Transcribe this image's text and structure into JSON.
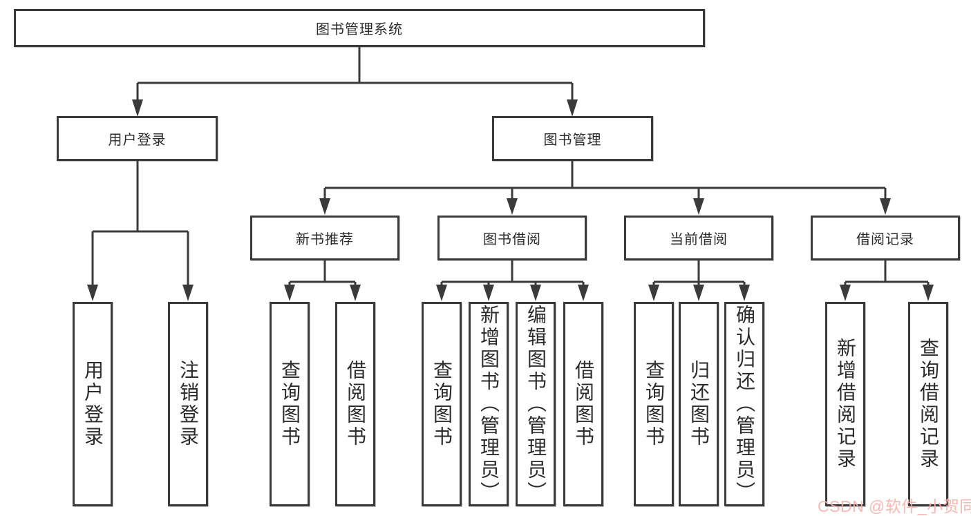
{
  "diagram": {
    "type": "hierarchy-tree",
    "colors": {
      "line": "#3a3a3a",
      "box_border": "#3a3a3a",
      "box_bg": "#ffffff",
      "text": "#2b2b2b",
      "watermark": "#f5b1ab"
    },
    "watermark": "CSDN @软件_小贺同学",
    "root": {
      "label": "图书管理系统",
      "children": [
        {
          "label": "用户登录",
          "children": [
            {
              "label": "用户登录"
            },
            {
              "label": "注销登录"
            }
          ]
        },
        {
          "label": "图书管理",
          "children": [
            {
              "label": "新书推荐",
              "children": [
                {
                  "label": "查询图书"
                },
                {
                  "label": "借阅图书"
                }
              ]
            },
            {
              "label": "图书借阅",
              "children": [
                {
                  "label": "查询图书"
                },
                {
                  "label": "新增图书（管理员）"
                },
                {
                  "label": "编辑图书（管理员）"
                },
                {
                  "label": "借阅图书"
                }
              ]
            },
            {
              "label": "当前借阅",
              "children": [
                {
                  "label": "查询图书"
                },
                {
                  "label": "归还图书"
                },
                {
                  "label": "确认归还（管理员）"
                }
              ]
            },
            {
              "label": "借阅记录",
              "children": [
                {
                  "label": "新增借阅记录"
                },
                {
                  "label": "查询借阅记录"
                }
              ]
            }
          ]
        }
      ]
    }
  }
}
